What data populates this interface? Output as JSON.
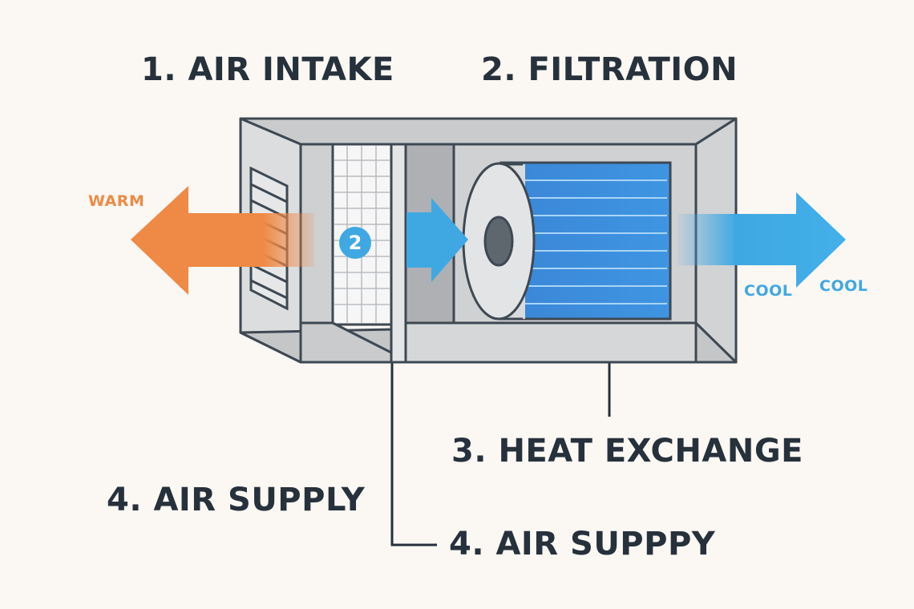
{
  "labels": {
    "air_intake": "1. AIR INTAKE",
    "filtration": "2. FILTRATION",
    "heat_exchange": "3. HEAT EXCHANGE",
    "air_supply": "4. AIR SUPPLY",
    "air_supply_alt": "4. AIR SUPPPY",
    "warm": "WARM",
    "cool_left": "COOL",
    "cool_right": "COOL",
    "filter_badge": "2"
  },
  "colors": {
    "background": "#fbf7f3",
    "text": "#26313c",
    "warm": "#ee8a45",
    "cool": "#3fa8e3",
    "casing": "#d4d5d6",
    "coil": "#3b8edb"
  },
  "icons": [
    "warm-arrow-icon",
    "cool-arrow-icon",
    "fan-icon",
    "vent-grille-icon",
    "filter-grid-icon"
  ]
}
